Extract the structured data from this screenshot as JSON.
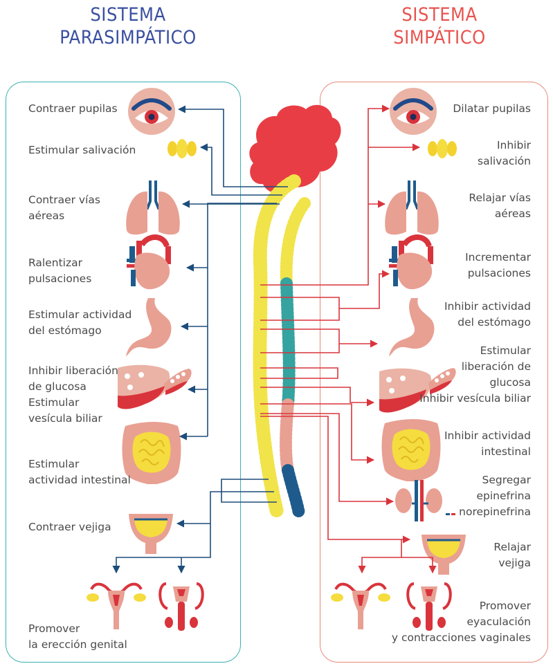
{
  "titles": {
    "left": [
      "SISTEMA",
      "PARASIMPÁTICO"
    ],
    "right": [
      "SISTEMA",
      "SIMPÁTICO"
    ]
  },
  "colors": {
    "parasympathetic": "#3a4fa0",
    "sympathetic": "#e8534f",
    "left_border": "#3ab0b0",
    "right_border": "#e58a7c",
    "spine_yellow": "#f1e34a",
    "spine_teal": "#35a3a0",
    "spine_blue": "#1e5b8c",
    "organ_pink": "#e8a093",
    "arrow_blue": "#1d4d7a",
    "arrow_red": "#d9343c"
  },
  "parasympathetic": {
    "labels": [
      "Contraer pupilas",
      "Estimular salivación",
      "Contraer vías\naéreas",
      "Ralentizar\npulsaciones",
      "Estimular actividad\ndel estómago",
      "Inhibir liberación\nde glucosa\nEstimular\nvesícula biliar",
      "Estimular\nactividad intestinal",
      "Contraer vejiga",
      "Promover\nla erección genital"
    ]
  },
  "sympathetic": {
    "labels": [
      "Dilatar pupilas",
      "Inhibir\nsalivación",
      "Relajar vías\naéreas",
      "Incrementar\npulsaciones",
      "Inhibir actividad\ndel estómago",
      "Estimular\nliberación de\nglucosa\nInhibir vesícula biliar",
      "Inhibir actividad\nintestinal",
      "Segregar\nepinefrina\nnorepinefrina",
      "Relajar\nvejiga",
      "Promover\neyaculación\ny contracciones vaginales"
    ]
  },
  "icons": [
    "eye-icon",
    "salivary-gland-icon",
    "lungs-icon",
    "heart-icon",
    "stomach-icon",
    "liver-icon",
    "pancreas-icon",
    "intestine-icon",
    "bladder-icon",
    "female-reproductive-icon",
    "male-reproductive-icon",
    "kidney-icon",
    "brain-icon",
    "spinal-cord-icon"
  ]
}
